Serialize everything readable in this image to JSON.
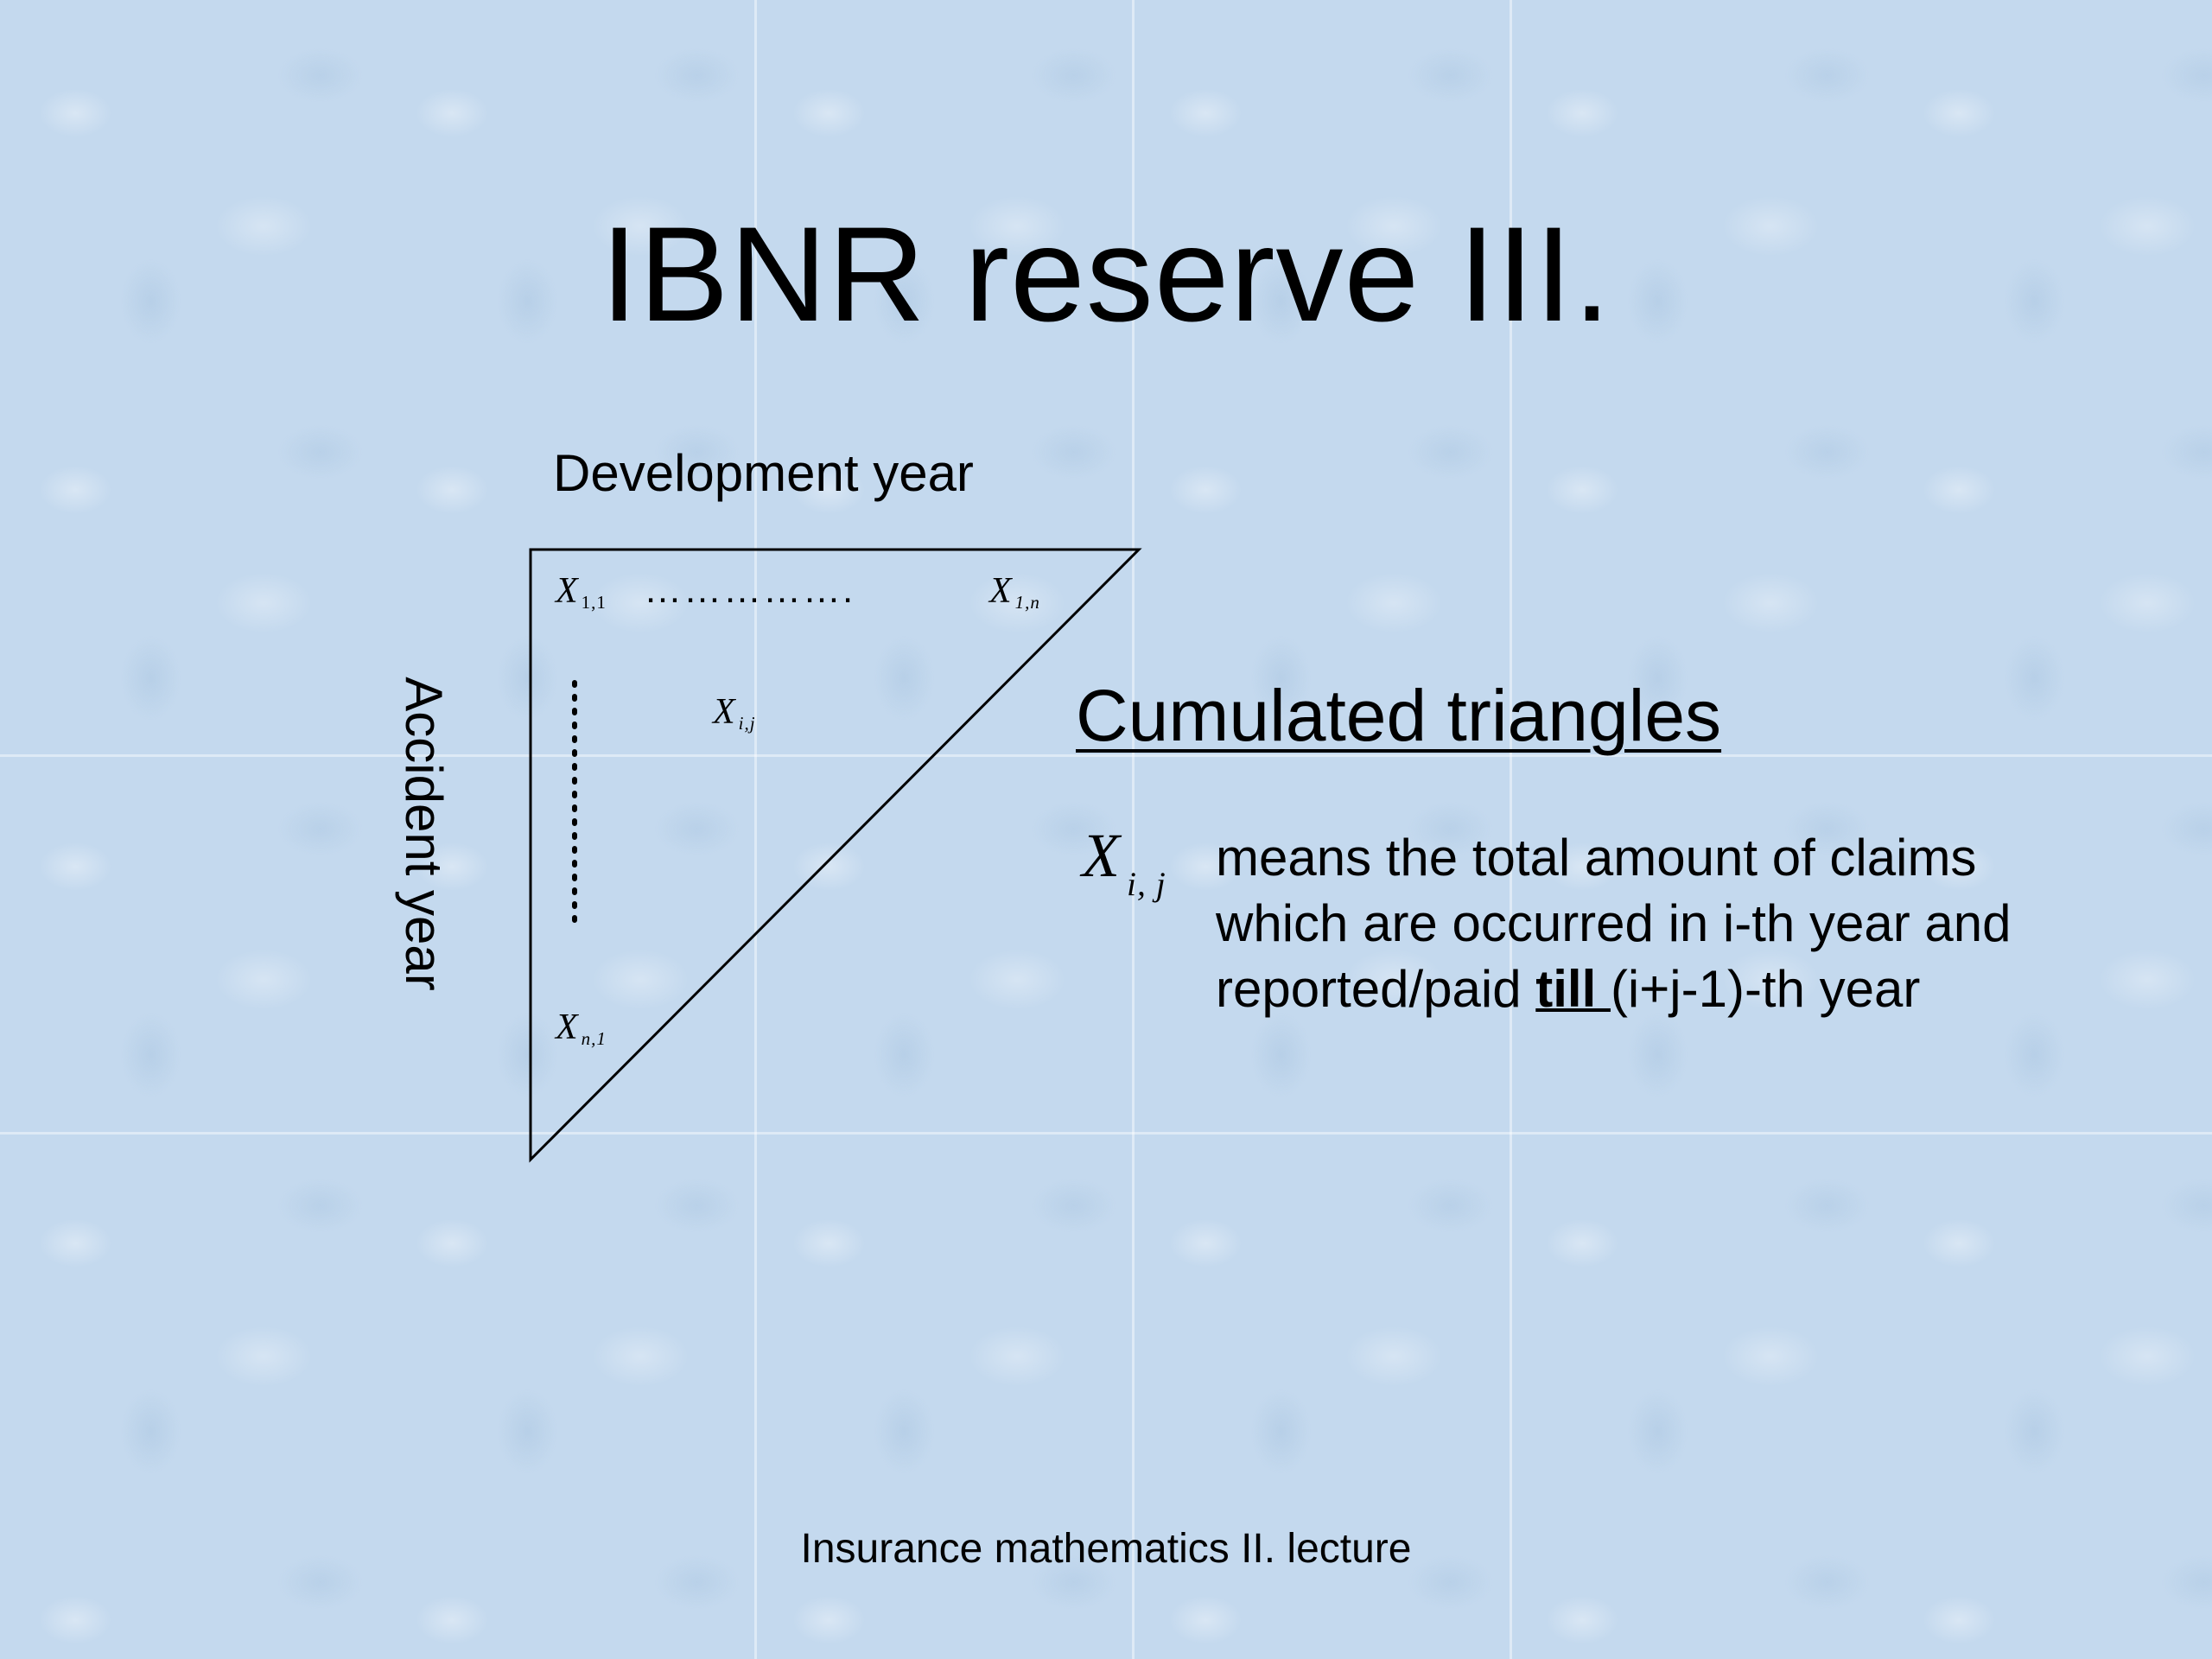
{
  "slide": {
    "title": "IBNR reserve III.",
    "footer": "Insurance mathematics II. lecture"
  },
  "diagram": {
    "column_axis_label": "Development year",
    "row_axis_label": "Accident year",
    "cells": {
      "top_left": {
        "var": "X",
        "sub": "1,1"
      },
      "top_right": {
        "var": "X",
        "sub": "1,n"
      },
      "middle": {
        "var": "X",
        "sub": "i,j"
      },
      "bottom_left": {
        "var": "X",
        "sub": "n,1"
      }
    },
    "horizontal_ellipsis": "……………."
  },
  "explanation": {
    "heading": "Cumulated triangles",
    "symbol": {
      "var": "X",
      "sub": "i, j"
    },
    "text_before": "means the total amount of claims which are occurred in i-th year and reported/paid ",
    "emphasis": "till ",
    "text_after": "(i+j-1)-th year"
  }
}
